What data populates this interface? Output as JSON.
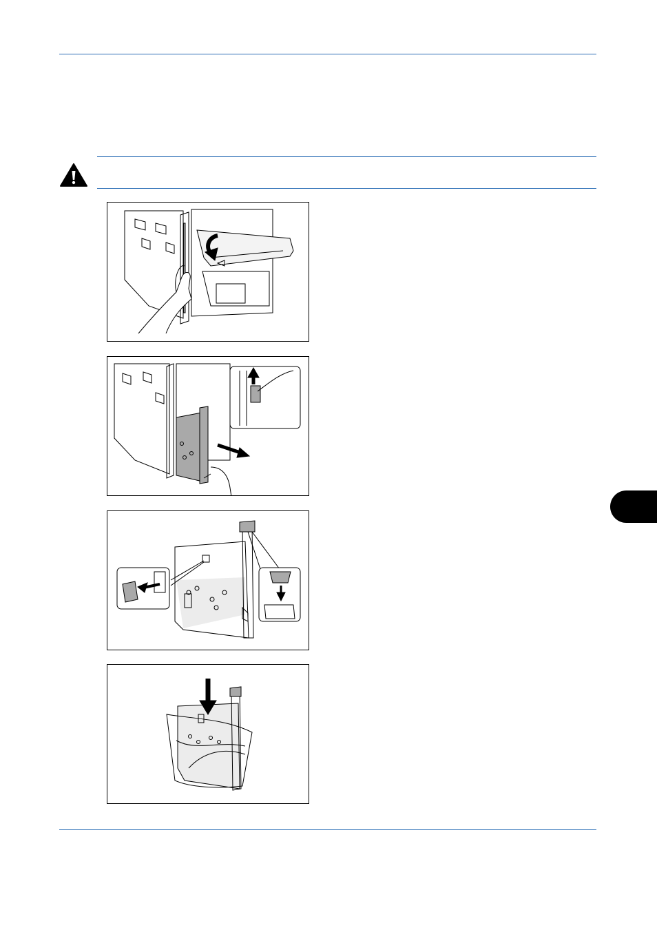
{
  "page": {
    "colors": {
      "rule": "#2a6db5",
      "figure_border": "#000000",
      "tab": "#000000",
      "panel_gray": "#a9a9a9"
    }
  },
  "caution": {
    "icon": "warning-triangle-icon"
  },
  "figures": [
    {
      "id": "step-1",
      "depicts": "open-left-cover-icon"
    },
    {
      "id": "step-2",
      "depicts": "remove-waste-box-icon"
    },
    {
      "id": "step-3",
      "depicts": "cap-waste-box-icon"
    },
    {
      "id": "step-4",
      "depicts": "bag-waste-box-icon"
    }
  ],
  "chapter_tab": {
    "icon": "chapter-tab-marker"
  }
}
